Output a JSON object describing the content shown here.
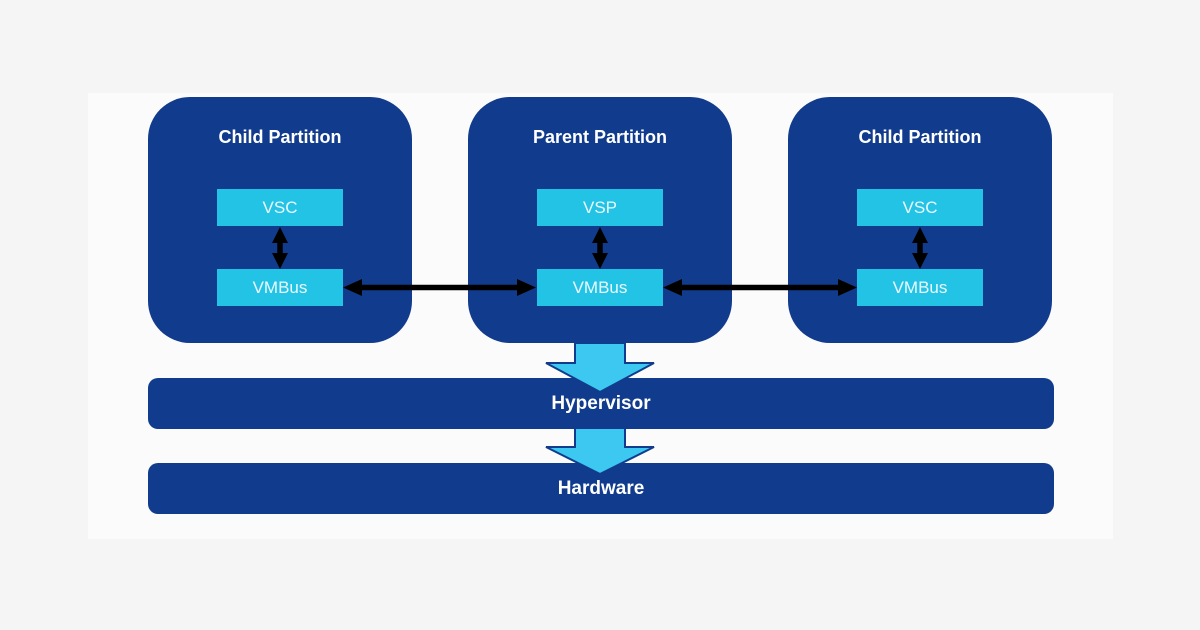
{
  "partitions": [
    {
      "title": "Child Partition",
      "top_box": "VSC",
      "bottom_box": "VMBus"
    },
    {
      "title": "Parent Partition",
      "top_box": "VSP",
      "bottom_box": "VMBus"
    },
    {
      "title": "Child Partition",
      "top_box": "VSC",
      "bottom_box": "VMBus"
    }
  ],
  "layers": [
    {
      "label": "Hypervisor"
    },
    {
      "label": "Hardware"
    }
  ],
  "colors": {
    "background": "#f5f5f6",
    "panel": "#fbfbfc",
    "partition_navy": "#113c8d",
    "component_cyan": "#23c3e6",
    "block_arrow_cyan": "#3cc8f0",
    "connector_black": "#000000",
    "component_text": "#eaf9fd",
    "title_text": "#ffffff"
  },
  "arrows": {
    "vsc_vmbus": "vertical double-headed arrow",
    "vmbus_link": "horizontal double-headed arrow",
    "partition_to_hypervisor": "cyan block arrow down",
    "hypervisor_to_hardware": "cyan block arrow down"
  }
}
